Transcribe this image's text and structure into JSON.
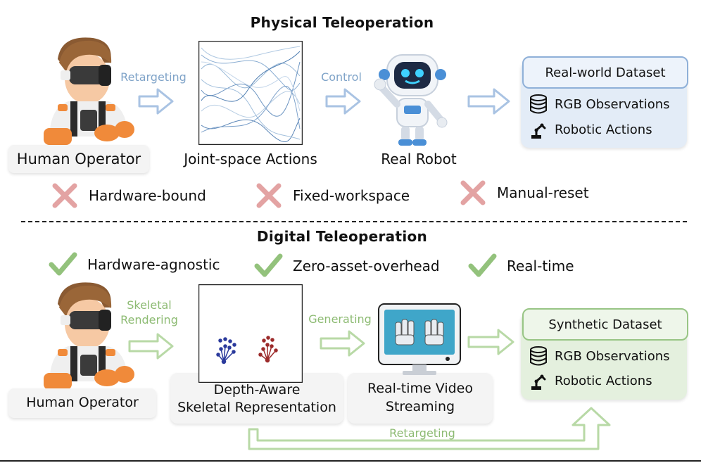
{
  "physical": {
    "title": "Physical Teleoperation",
    "operator_label": "Human Operator",
    "arrow1_label": "Retargeting",
    "actions_label": "Joint-space Actions",
    "arrow2_label": "Control",
    "robot_label": "Real Robot",
    "dataset_title": "Real-world Dataset",
    "dataset_rgb": "RGB Observations",
    "dataset_actions": "Robotic Actions",
    "limitations": [
      "Hardware-bound",
      "Fixed-workspace",
      "Manual-reset"
    ]
  },
  "digital": {
    "title": "Digital Teleoperation",
    "advantages": [
      "Hardware-agnostic",
      "Zero-asset-overhead",
      "Real-time"
    ],
    "operator_label": "Human Operator",
    "arrow1_label_line1": "Skeletal",
    "arrow1_label_line2": "Rendering",
    "skeleton_label_line1": "Depth-Aware",
    "skeleton_label_line2": "Skeletal Representation",
    "arrow2_label": "Generating",
    "video_label_line1": "Real-time Video",
    "video_label_line2": "Streaming",
    "dataset_title": "Synthetic Dataset",
    "dataset_rgb": "RGB Observations",
    "dataset_actions": "Robotic Actions",
    "feedback_label": "Retargeting"
  },
  "colors": {
    "blue_arrow": "#a9c3e3",
    "green_arrow": "#b8d9a6",
    "cross": "#e3a3a3",
    "check": "#93c27c",
    "real_dataset_bg": "#e3ecf7",
    "real_dataset_border": "#8fb0d8",
    "syn_dataset_bg": "#e4f0de",
    "syn_dataset_border": "#98c585"
  }
}
